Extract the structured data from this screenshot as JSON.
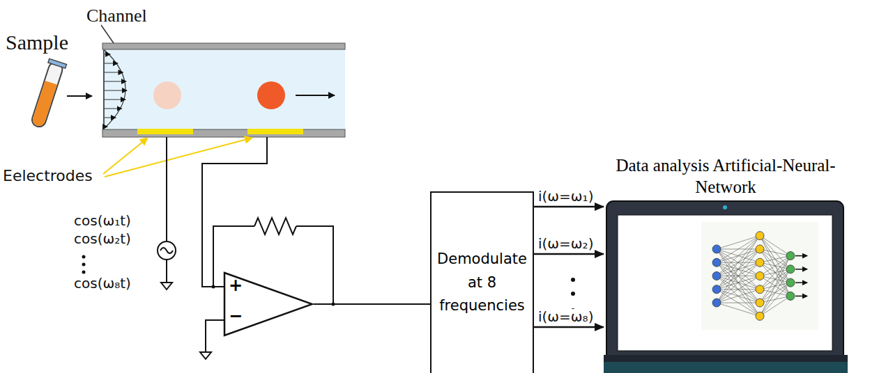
{
  "diagram": {
    "nodes": [
      {
        "text": [
          "+",
          "−"
        ]
      },
      {
        "text": [
          "Demodulate at 8 frequencies"
        ]
      },
      {
        "text": [
          "Data analysis Artificial-Neural-Network"
        ]
      }
    ],
    "edges": [
      {
        "from": 0,
        "to": 1,
        "arrow": "none"
      },
      {
        "from": 1,
        "to": 2,
        "arrow": "to",
        "label": "i(ω=ω₁)"
      },
      {
        "from": 1,
        "to": 2,
        "arrow": "to",
        "label": "i(ω=ω₂)"
      },
      {
        "from": 1,
        "to": 2,
        "arrow": "to",
        "label": "i(ω=ω₈)"
      }
    ],
    "labels": [
      "Channel",
      "Sample",
      "Eelectrodes",
      "cos(ω₁t)",
      "cos(ω₂t)",
      "cos(ω₈t)"
    ]
  }
}
